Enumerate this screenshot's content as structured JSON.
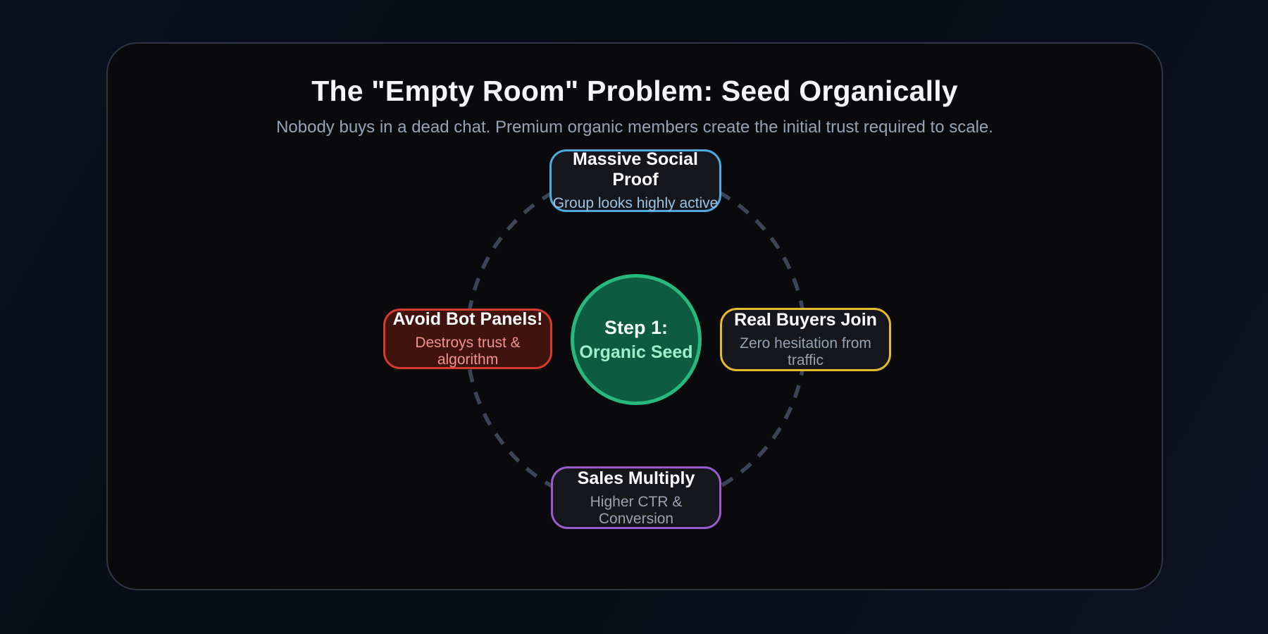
{
  "header": {
    "title": "The \"Empty Room\" Problem: Seed Organically",
    "subtitle": "Nobody buys in a dead chat. Premium organic members create the initial trust required to scale."
  },
  "diagram": {
    "ring": {
      "shape": "dashed-circle",
      "color": "#3c4557"
    },
    "center": {
      "line1": "Step 1:",
      "line2": "Organic Seed",
      "fill_color": "#0d5b40",
      "border_color": "#27b87e",
      "line2_color": "#9ef0cd"
    },
    "nodes": [
      {
        "position": "top",
        "title": "Massive Social Proof",
        "subtitle": "Group looks highly active",
        "border_color": "#4faade",
        "bg_color": "#15171c",
        "subtitle_color": "#9cc2e2"
      },
      {
        "position": "left",
        "title": "Avoid Bot Panels!",
        "subtitle": "Destroys trust & algorithm",
        "border_color": "#d23b2e",
        "bg_color": "#40130f",
        "subtitle_color": "#f2938d"
      },
      {
        "position": "right",
        "title": "Real Buyers Join",
        "subtitle": "Zero hesitation from traffic",
        "border_color": "#e3bc2e",
        "bg_color": "#15171c",
        "subtitle_color": "#95a2b3"
      },
      {
        "position": "bottom",
        "title": "Sales Multiply",
        "subtitle": "Higher CTR & Conversion",
        "border_color": "#9a5ccd",
        "bg_color": "#15171c",
        "subtitle_color": "#9aa2b2"
      }
    ]
  },
  "colors": {
    "page_background": "#0a0f1c",
    "card_background": "#0a0a0c",
    "card_border": "#2e3646",
    "title_text": "#f4f6f8",
    "subtitle_text": "#94a3b8"
  }
}
